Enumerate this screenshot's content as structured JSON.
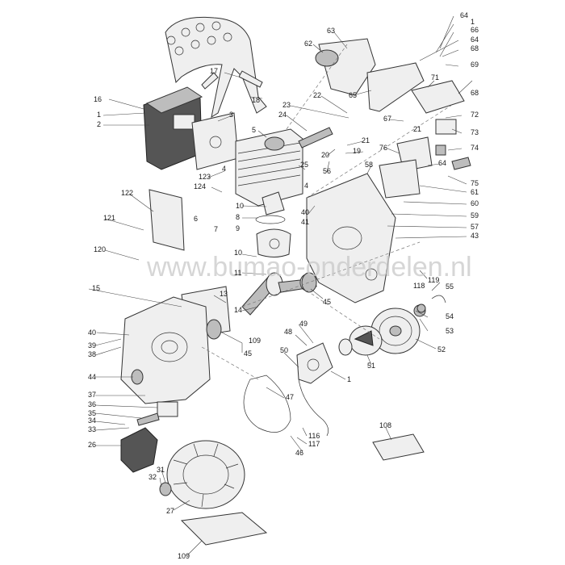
{
  "watermark": "www.bumao-onderdelen.nl",
  "callouts": {
    "c64a": "64",
    "c1a": "1",
    "c66": "66",
    "c64b": "64",
    "c68a": "68",
    "c69": "69",
    "c68b": "68",
    "c63": "63",
    "c62": "62",
    "c17": "17",
    "c16": "16",
    "c18": "18",
    "c1b": "1",
    "c2": "2",
    "c3": "3",
    "c5": "5",
    "c24": "24",
    "c22": "22",
    "c23": "23",
    "c65": "65",
    "c71": "71",
    "c67": "67",
    "c21a": "21",
    "c72": "72",
    "c73": "73",
    "c21b": "21",
    "c19": "19",
    "c20": "20",
    "c74": "74",
    "c76": "76",
    "c64c": "64",
    "c75": "75",
    "c61": "61",
    "c58": "58",
    "c25": "25",
    "c56": "56",
    "c4a": "4",
    "c4b": "4",
    "c123": "123",
    "c124": "124",
    "c122": "122",
    "c10a": "10",
    "c8": "8",
    "c6": "6",
    "c7": "7",
    "c9": "9",
    "c40a": "40",
    "c41": "41",
    "c60": "60",
    "c59": "59",
    "c57": "57",
    "c43": "43",
    "c121": "121",
    "c120": "120",
    "c10b": "10",
    "c11": "11",
    "c119": "119",
    "c118": "118",
    "c55": "55",
    "c15": "15",
    "c13": "13",
    "c14": "14",
    "c45a": "45",
    "c54": "54",
    "c53": "53",
    "c40b": "40",
    "c49": "49",
    "c48": "48",
    "c39": "39",
    "c38": "38",
    "c109a": "109",
    "c45b": "45",
    "c51": "51",
    "c52": "52",
    "c50": "50",
    "c44": "44",
    "c1c": "1",
    "c37": "37",
    "c36": "36",
    "c47": "47",
    "c35": "35",
    "c34": "34",
    "c33": "33",
    "c26": "26",
    "c108": "108",
    "c116": "116",
    "c117": "117",
    "c46": "46",
    "c31": "31",
    "c32": "32",
    "c27": "27",
    "c109b": "109"
  }
}
